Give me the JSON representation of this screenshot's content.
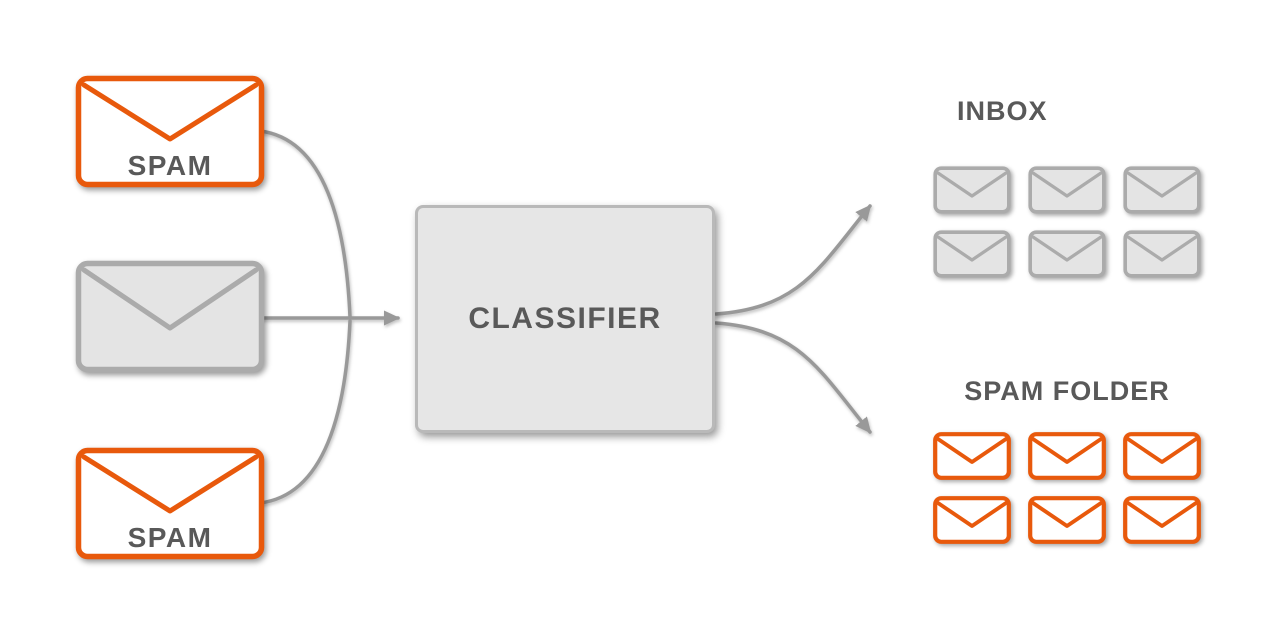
{
  "left_column": {
    "envelopes": [
      {
        "type": "spam",
        "label": "SPAM"
      },
      {
        "type": "normal",
        "label": ""
      },
      {
        "type": "spam",
        "label": "SPAM"
      }
    ]
  },
  "classifier": {
    "label": "CLASSIFIER"
  },
  "inbox": {
    "label": "INBOX",
    "envelope_count": 6,
    "envelope_type": "normal"
  },
  "spam_folder": {
    "label": "SPAM FOLDER",
    "envelope_count": 6,
    "envelope_type": "spam"
  },
  "icons": {
    "spam_envelope": "spam-envelope-icon",
    "normal_envelope": "mail-envelope-icon",
    "arrowhead": "arrowhead-icon"
  },
  "colors": {
    "spam_orange": "#E8590C",
    "gray_stroke": "#ABABAB",
    "gray_fill": "#E4E4E4",
    "arrow_gray": "#999999",
    "box_fill": "#E6E6E6",
    "box_stroke": "#B9B9B9",
    "text_dark": "#595959"
  }
}
